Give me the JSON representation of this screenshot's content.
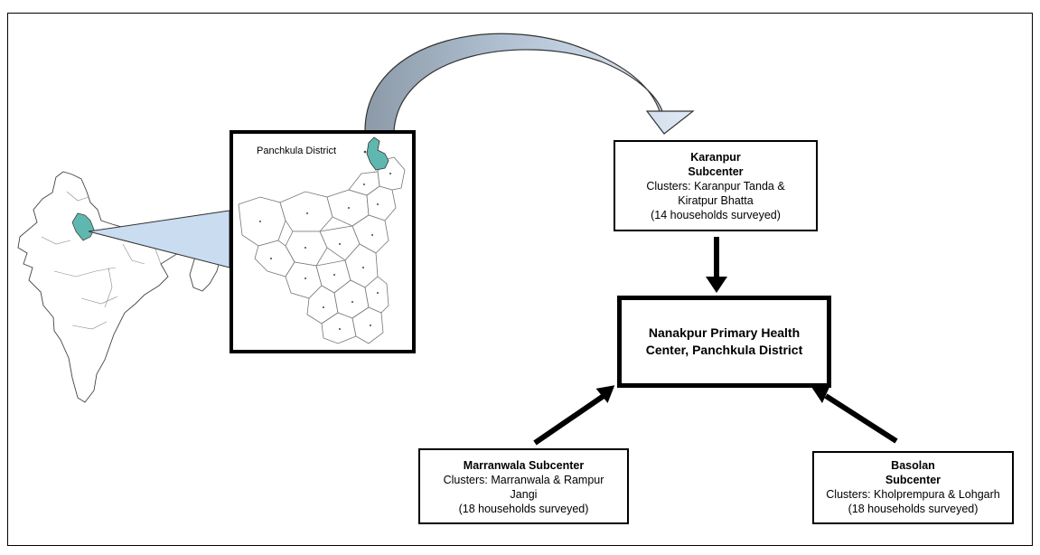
{
  "map": {
    "district_label": "Panchkula District",
    "highlight_color": "#5fb8b0",
    "callout_color": "#c9dcf0"
  },
  "center": {
    "title": "Nanakpur Primary Health Center, Panchkula District"
  },
  "subcenters": {
    "karanpur": {
      "title_line1": "Karanpur",
      "title_line2": "Subcenter",
      "clusters_line1": "Clusters: Karanpur Tanda &",
      "clusters_line2": "Kiratpur Bhatta",
      "households": "(14 households surveyed)"
    },
    "marranwala": {
      "title_line1": "Marranwala Subcenter",
      "clusters_line1": "Clusters: Marranwala & Rampur",
      "clusters_line2": "Jangi",
      "households": "(18 households surveyed)"
    },
    "basolan": {
      "title_line1": "Basolan",
      "title_line2": "Subcenter",
      "clusters_line1": "Clusters: Kholprempura & Lohgarh",
      "households": "(18 households surveyed)"
    }
  }
}
